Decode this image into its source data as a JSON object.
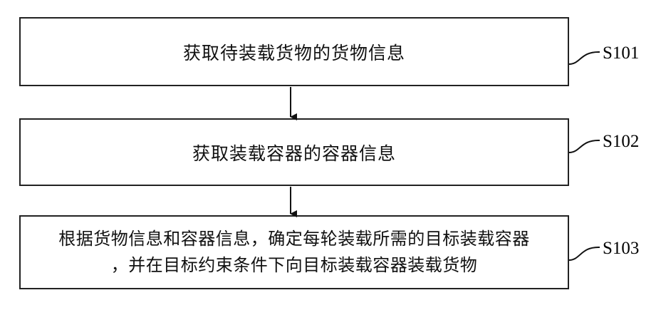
{
  "steps": [
    {
      "id": "S101",
      "text": "获取待装载货物的货物信息"
    },
    {
      "id": "S102",
      "text": "获取装载容器的容器信息"
    },
    {
      "id": "S103",
      "line1": "根据货物信息和容器信息，确定每轮装载所需的目标装载容器",
      "line2": "，并在目标约束条件下向目标装载容器装载货物"
    }
  ]
}
